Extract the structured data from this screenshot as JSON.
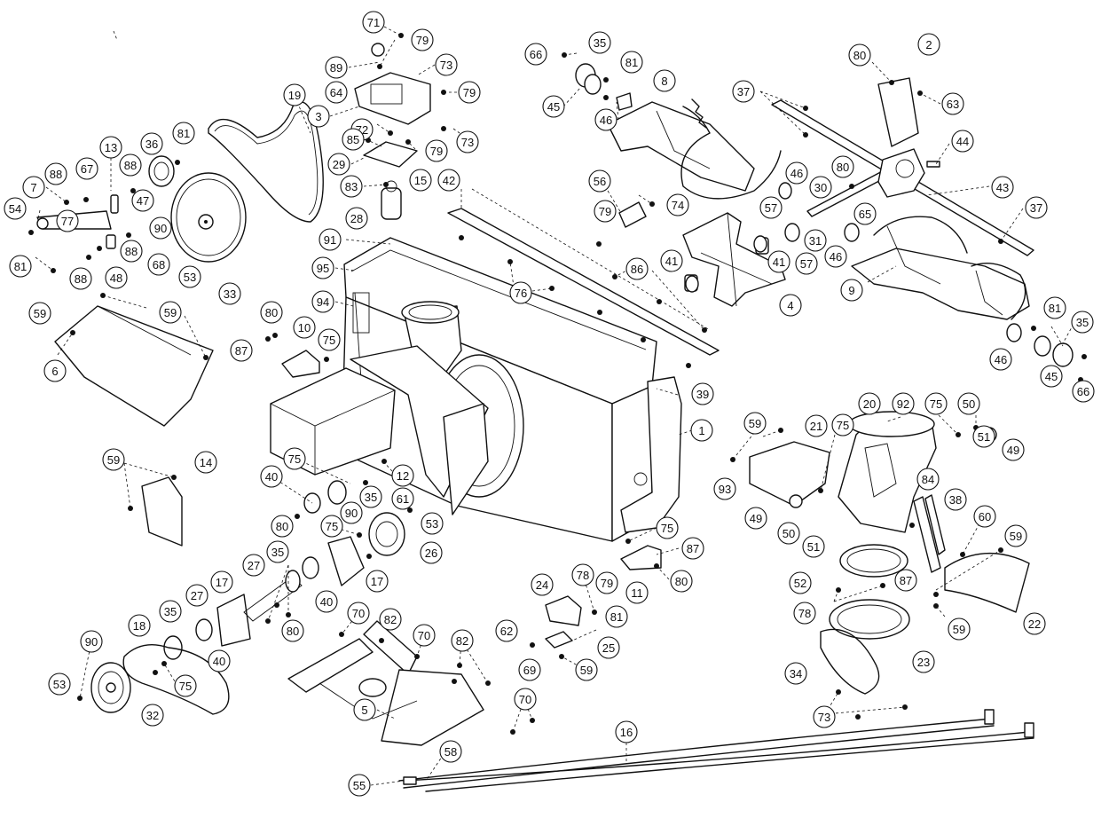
{
  "diagram": {
    "callouts": [
      {
        "label": "71",
        "id": "c71a"
      },
      {
        "label": "79",
        "id": "c79a"
      },
      {
        "label": "89",
        "id": "c89"
      },
      {
        "label": "64",
        "id": "c64"
      },
      {
        "label": "73",
        "id": "c73a"
      },
      {
        "label": "79",
        "id": "c79b"
      },
      {
        "label": "3",
        "id": "c3"
      },
      {
        "label": "72",
        "id": "c72"
      },
      {
        "label": "85",
        "id": "c85"
      },
      {
        "label": "79",
        "id": "c79c"
      },
      {
        "label": "73",
        "id": "c73b"
      },
      {
        "label": "29",
        "id": "c29"
      },
      {
        "label": "83",
        "id": "c83"
      },
      {
        "label": "15",
        "id": "c15"
      },
      {
        "label": "28",
        "id": "c28"
      },
      {
        "label": "19",
        "id": "c19"
      },
      {
        "label": "36",
        "id": "c36"
      },
      {
        "label": "81",
        "id": "c81a"
      },
      {
        "label": "13",
        "id": "c13"
      },
      {
        "label": "88",
        "id": "c88a"
      },
      {
        "label": "67",
        "id": "c67"
      },
      {
        "label": "88",
        "id": "c88b"
      },
      {
        "label": "7",
        "id": "c7"
      },
      {
        "label": "47",
        "id": "c47"
      },
      {
        "label": "54",
        "id": "c54"
      },
      {
        "label": "77",
        "id": "c77"
      },
      {
        "label": "90",
        "id": "c90a"
      },
      {
        "label": "88",
        "id": "c88c"
      },
      {
        "label": "68",
        "id": "c68"
      },
      {
        "label": "81",
        "id": "c81b"
      },
      {
        "label": "88",
        "id": "c88d"
      },
      {
        "label": "48",
        "id": "c48"
      },
      {
        "label": "53",
        "id": "c53a"
      },
      {
        "label": "33",
        "id": "c33"
      },
      {
        "label": "59",
        "id": "c59a"
      },
      {
        "label": "59",
        "id": "c59b"
      },
      {
        "label": "6",
        "id": "c6"
      },
      {
        "label": "91",
        "id": "c91"
      },
      {
        "label": "95",
        "id": "c95"
      },
      {
        "label": "94",
        "id": "c94"
      },
      {
        "label": "80",
        "id": "c80a"
      },
      {
        "label": "87",
        "id": "c87a"
      },
      {
        "label": "10",
        "id": "c10"
      },
      {
        "label": "75",
        "id": "c75a"
      },
      {
        "label": "42",
        "id": "c42"
      },
      {
        "label": "66",
        "id": "c66a"
      },
      {
        "label": "35",
        "id": "c35a"
      },
      {
        "label": "81",
        "id": "c81c"
      },
      {
        "label": "45",
        "id": "c45a"
      },
      {
        "label": "46",
        "id": "c46a"
      },
      {
        "label": "8",
        "id": "c8"
      },
      {
        "label": "56",
        "id": "c56"
      },
      {
        "label": "79",
        "id": "c79d"
      },
      {
        "label": "74",
        "id": "c74"
      },
      {
        "label": "76",
        "id": "c76"
      },
      {
        "label": "86",
        "id": "c86"
      },
      {
        "label": "41",
        "id": "c41a"
      },
      {
        "label": "41",
        "id": "c41b"
      },
      {
        "label": "4",
        "id": "c4"
      },
      {
        "label": "37",
        "id": "c37a"
      },
      {
        "label": "80",
        "id": "c80b"
      },
      {
        "label": "2",
        "id": "c2"
      },
      {
        "label": "63",
        "id": "c63"
      },
      {
        "label": "44",
        "id": "c44"
      },
      {
        "label": "80",
        "id": "c80c"
      },
      {
        "label": "30",
        "id": "c30"
      },
      {
        "label": "43",
        "id": "c43"
      },
      {
        "label": "65",
        "id": "c65"
      },
      {
        "label": "37",
        "id": "c37b"
      },
      {
        "label": "46",
        "id": "c46b"
      },
      {
        "label": "57",
        "id": "c57a"
      },
      {
        "label": "31",
        "id": "c31"
      },
      {
        "label": "57",
        "id": "c57b"
      },
      {
        "label": "46",
        "id": "c46c"
      },
      {
        "label": "9",
        "id": "c9"
      },
      {
        "label": "81",
        "id": "c81d"
      },
      {
        "label": "35",
        "id": "c35b"
      },
      {
        "label": "46",
        "id": "c46d"
      },
      {
        "label": "45",
        "id": "c45b"
      },
      {
        "label": "66",
        "id": "c66b"
      },
      {
        "label": "39",
        "id": "c39"
      },
      {
        "label": "1",
        "id": "c1"
      },
      {
        "label": "20",
        "id": "c20"
      },
      {
        "label": "92",
        "id": "c92"
      },
      {
        "label": "75",
        "id": "c75b"
      },
      {
        "label": "50",
        "id": "c50a"
      },
      {
        "label": "49",
        "id": "c49a"
      },
      {
        "label": "51",
        "id": "c51a"
      },
      {
        "label": "59",
        "id": "c59c"
      },
      {
        "label": "21",
        "id": "c21"
      },
      {
        "label": "75",
        "id": "c75c"
      },
      {
        "label": "93",
        "id": "c93"
      },
      {
        "label": "49",
        "id": "c49b"
      },
      {
        "label": "50",
        "id": "c50b"
      },
      {
        "label": "51",
        "id": "c51b"
      },
      {
        "label": "84",
        "id": "c84"
      },
      {
        "label": "38",
        "id": "c38"
      },
      {
        "label": "60",
        "id": "c60"
      },
      {
        "label": "59",
        "id": "c59d"
      },
      {
        "label": "87",
        "id": "c87b"
      },
      {
        "label": "52",
        "id": "c52"
      },
      {
        "label": "78",
        "id": "c78a"
      },
      {
        "label": "22",
        "id": "c22"
      },
      {
        "label": "59",
        "id": "c59e"
      },
      {
        "label": "23",
        "id": "c23"
      },
      {
        "label": "34",
        "id": "c34"
      },
      {
        "label": "73",
        "id": "c73c"
      },
      {
        "label": "59",
        "id": "c59f"
      },
      {
        "label": "14",
        "id": "c14"
      },
      {
        "label": "75",
        "id": "c75d"
      },
      {
        "label": "12",
        "id": "c12"
      },
      {
        "label": "40",
        "id": "c40a"
      },
      {
        "label": "35",
        "id": "c35c"
      },
      {
        "label": "61",
        "id": "c61"
      },
      {
        "label": "90",
        "id": "c90b"
      },
      {
        "label": "80",
        "id": "c80d"
      },
      {
        "label": "53",
        "id": "c53b"
      },
      {
        "label": "75",
        "id": "c75e"
      },
      {
        "label": "26",
        "id": "c26"
      },
      {
        "label": "17",
        "id": "c17a"
      },
      {
        "label": "35",
        "id": "c35d"
      },
      {
        "label": "27",
        "id": "c27a"
      },
      {
        "label": "40",
        "id": "c40b"
      },
      {
        "label": "17",
        "id": "c17b"
      },
      {
        "label": "27",
        "id": "c27b"
      },
      {
        "label": "80",
        "id": "c80e"
      },
      {
        "label": "18",
        "id": "c18"
      },
      {
        "label": "35",
        "id": "c35e"
      },
      {
        "label": "40",
        "id": "c40c"
      },
      {
        "label": "90",
        "id": "c90c"
      },
      {
        "label": "75",
        "id": "c75f"
      },
      {
        "label": "53",
        "id": "c53c"
      },
      {
        "label": "32",
        "id": "c32"
      },
      {
        "label": "70",
        "id": "c70a"
      },
      {
        "label": "82",
        "id": "c82a"
      },
      {
        "label": "70",
        "id": "c70b"
      },
      {
        "label": "82",
        "id": "c82b"
      },
      {
        "label": "5",
        "id": "c5"
      },
      {
        "label": "70",
        "id": "c70c"
      },
      {
        "label": "75",
        "id": "c75g"
      },
      {
        "label": "87",
        "id": "c87c"
      },
      {
        "label": "11",
        "id": "c11"
      },
      {
        "label": "80",
        "id": "c80f"
      },
      {
        "label": "24",
        "id": "c24"
      },
      {
        "label": "78",
        "id": "c78b"
      },
      {
        "label": "79",
        "id": "c79e"
      },
      {
        "label": "81",
        "id": "c81e"
      },
      {
        "label": "62",
        "id": "c62"
      },
      {
        "label": "25",
        "id": "c25"
      },
      {
        "label": "69",
        "id": "c69"
      },
      {
        "label": "59",
        "id": "c59g"
      },
      {
        "label": "16",
        "id": "c16"
      },
      {
        "label": "58",
        "id": "c58"
      },
      {
        "label": "55",
        "id": "c55"
      }
    ]
  }
}
